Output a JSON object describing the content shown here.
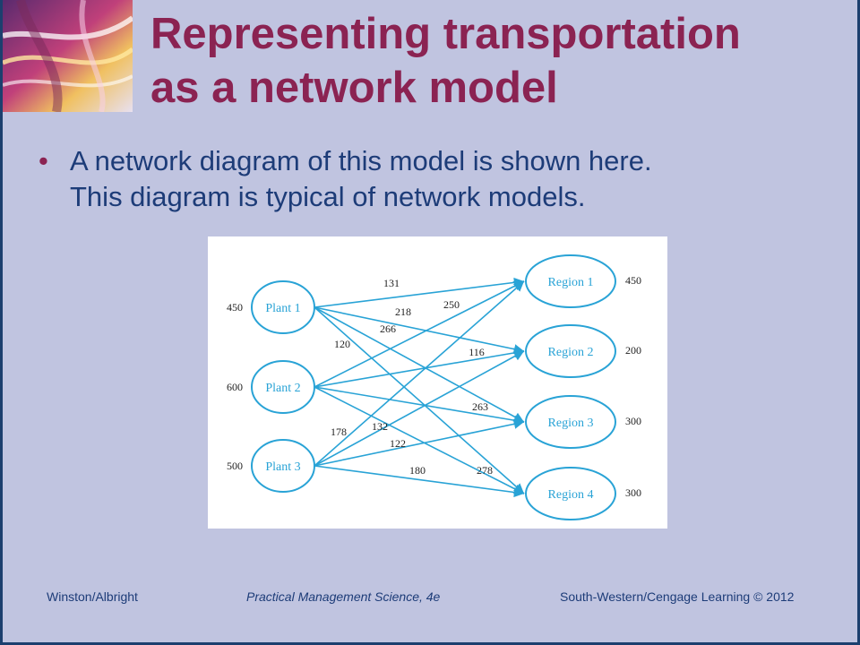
{
  "slide": {
    "title_lines": [
      "Representing transportation",
      "as a network model"
    ],
    "bullet_lines": [
      "A network diagram of this model is shown here.",
      "This diagram is typical of network models."
    ],
    "footer": {
      "left": "Winston/Albright",
      "center": "Practical Management Science, 4e",
      "right": "South-Western/Cengage Learning © 2012"
    }
  },
  "colors": {
    "title": "#8b2352",
    "body_text": "#1d3c78",
    "slide_background": "#c0c4e0",
    "frame": "#1c3f6e",
    "network": "#29a3d6"
  },
  "network": {
    "plants": [
      {
        "id": "p1",
        "label": "Plant 1",
        "capacity": "450"
      },
      {
        "id": "p2",
        "label": "Plant 2",
        "capacity": "600"
      },
      {
        "id": "p3",
        "label": "Plant 3",
        "capacity": "500"
      }
    ],
    "regions": [
      {
        "id": "r1",
        "label": "Region 1",
        "demand": "450"
      },
      {
        "id": "r2",
        "label": "Region 2",
        "demand": "200"
      },
      {
        "id": "r3",
        "label": "Region 3",
        "demand": "300"
      },
      {
        "id": "r4",
        "label": "Region 4",
        "demand": "300"
      }
    ],
    "arcs": [
      {
        "from": "p1",
        "to": "r1",
        "cost": "131"
      },
      {
        "from": "p1",
        "to": "r2",
        "cost": "218"
      },
      {
        "from": "p1",
        "to": "r3",
        "cost": "266"
      },
      {
        "from": "p1",
        "to": "r4",
        "cost": "120"
      },
      {
        "from": "p2",
        "to": "r1",
        "cost": "250"
      },
      {
        "from": "p2",
        "to": "r2",
        "cost": "116"
      },
      {
        "from": "p2",
        "to": "r3",
        "cost": "263"
      },
      {
        "from": "p2",
        "to": "r4",
        "cost": "278"
      },
      {
        "from": "p3",
        "to": "r1",
        "cost": "178"
      },
      {
        "from": "p3",
        "to": "r2",
        "cost": "132"
      },
      {
        "from": "p3",
        "to": "r3",
        "cost": "122"
      },
      {
        "from": "p3",
        "to": "r4",
        "cost": "180"
      }
    ]
  }
}
